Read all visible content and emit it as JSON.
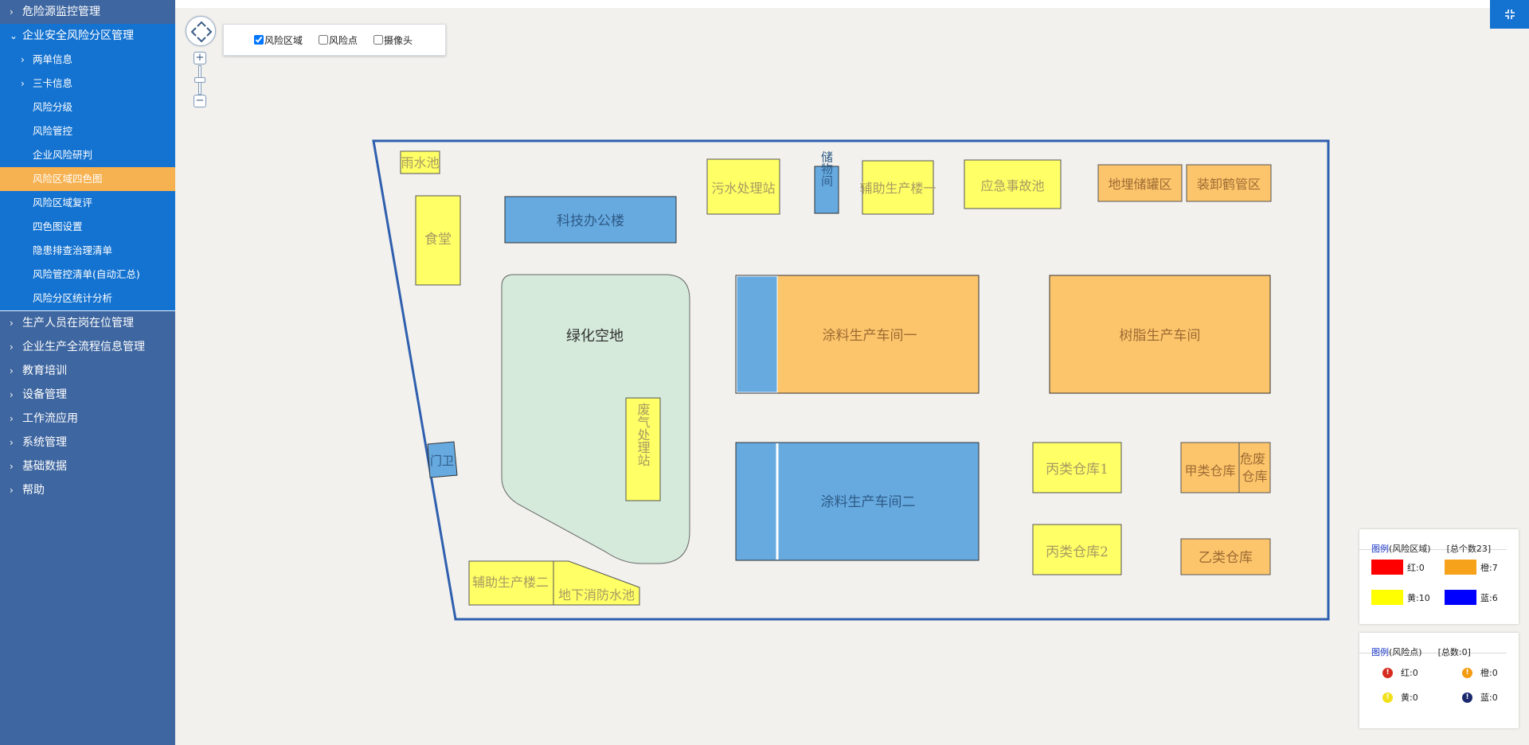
{
  "sidebar": {
    "items": [
      {
        "label": "危险源监控管理"
      },
      {
        "label": "企业安全风险分区管理"
      },
      {
        "label": "生产人员在岗在位管理"
      },
      {
        "label": "企业生产全流程信息管理"
      },
      {
        "label": "教育培训"
      },
      {
        "label": "设备管理"
      },
      {
        "label": "工作流应用"
      },
      {
        "label": "系统管理"
      },
      {
        "label": "基础数据"
      },
      {
        "label": "帮助"
      }
    ],
    "submenu": [
      {
        "label": "两单信息"
      },
      {
        "label": "三卡信息"
      },
      {
        "label": "风险分级"
      },
      {
        "label": "风险管控"
      },
      {
        "label": "企业风险研判"
      },
      {
        "label": "风险区域四色图"
      },
      {
        "label": "风险区域复评"
      },
      {
        "label": "四色图设置"
      },
      {
        "label": "隐患排查治理清单"
      },
      {
        "label": "风险管控清单(自动汇总)"
      },
      {
        "label": "风险分区统计分析"
      }
    ]
  },
  "layers": {
    "area": {
      "label": "风险区域",
      "checked": true
    },
    "point": {
      "label": "风险点",
      "checked": false
    },
    "camera": {
      "label": "摄像头",
      "checked": false
    }
  },
  "map": {
    "zones": {
      "rain_pool": "雨水池",
      "canteen": "食堂",
      "tech_office": "科技办公楼",
      "sewage": "污水处理站",
      "storage_room": "储物间",
      "aux_bldg1": "辅助生产楼一",
      "emergency_pool": "应急事故池",
      "underground_tank": "地埋储罐区",
      "loading_crane": "装卸鹤管区",
      "green_space": "绿化空地",
      "coating_ws1": "涂料生产车间一",
      "resin_ws": "树脂生产车间",
      "waste_gas": "废气处理站",
      "gate": "门卫",
      "coating_ws2": "涂料生产车间二",
      "class_c_wh1": "丙类仓库1",
      "class_a_wh": "甲类仓库",
      "hazwaste_wh": "危废仓库",
      "class_c_wh2": "丙类仓库2",
      "class_b_wh": "乙类仓库",
      "aux_bldg2": "辅助生产楼二",
      "fire_pool": "地下消防水池"
    }
  },
  "legend_area": {
    "title_link": "图例",
    "title_rest": "(风险区域)",
    "count": "[总个数23]",
    "red": "红:0",
    "orange": "橙:7",
    "yellow": "黄:10",
    "blue": "蓝:6"
  },
  "legend_point": {
    "title_link": "图例",
    "title_rest": "(风险点)",
    "count": "[总数:0]",
    "red": "红:0",
    "orange": "橙:0",
    "yellow": "黄:0",
    "blue": "蓝:0"
  },
  "colors": {
    "red": "#ff0000",
    "orange": "#f7a21b",
    "yellow": "#ffff00",
    "blue": "#0000ff",
    "zone_orange": "#fdc56b",
    "zone_yellow": "#ffff66",
    "zone_blue": "#66aae0",
    "green": "#d5eadb",
    "sidebar": "#3e66a0",
    "submenu": "#1473d1",
    "active": "#f6b150"
  },
  "icons": {
    "fullscreen": "fullscreen-exit-icon",
    "pan": "pan-control-icon"
  }
}
